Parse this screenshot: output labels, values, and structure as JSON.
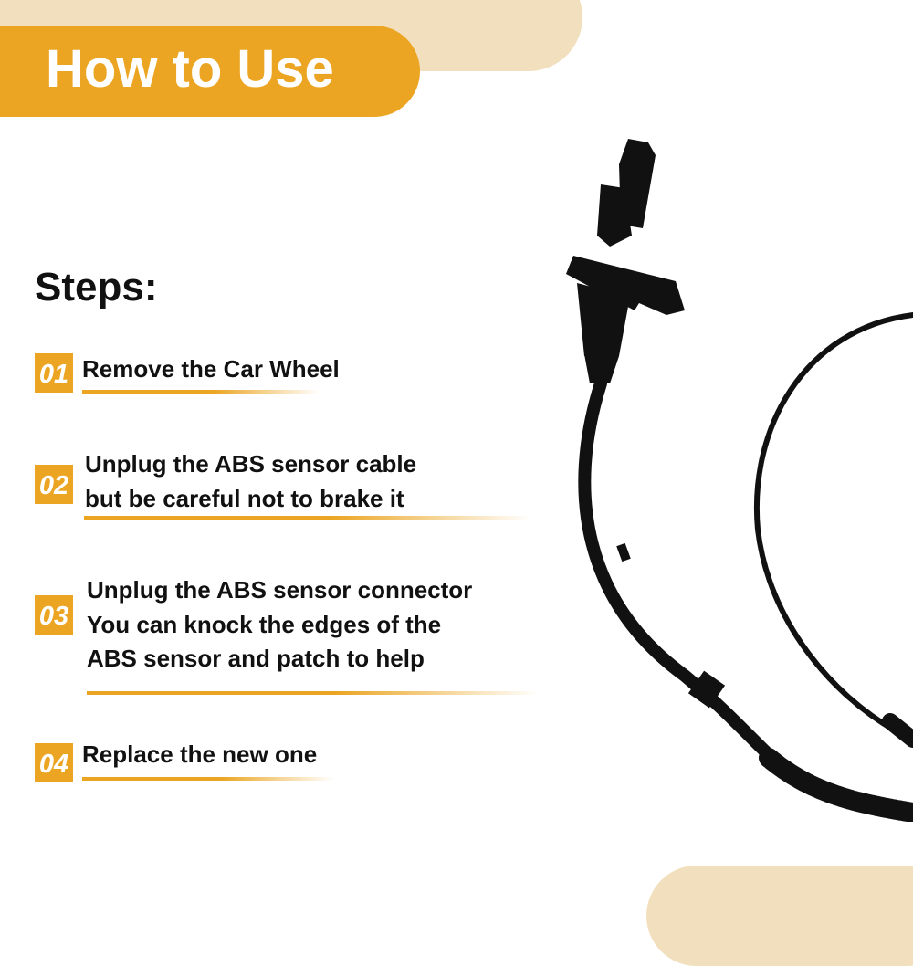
{
  "header": {
    "title": "How to Use"
  },
  "steps_heading": "Steps:",
  "steps": [
    {
      "number": "01",
      "lines": [
        "Remove the Car Wheel"
      ]
    },
    {
      "number": "02",
      "lines": [
        "Unplug the ABS sensor cable",
        "but be careful not to brake it"
      ]
    },
    {
      "number": "03",
      "lines": [
        "Unplug the ABS sensor connector",
        "You can knock the edges of the",
        "ABS sensor and patch to help"
      ]
    },
    {
      "number": "04",
      "lines": [
        "Replace the new one"
      ]
    }
  ],
  "colors": {
    "accent": "#eba522",
    "accent_light": "#f1dfbd",
    "text": "#111111"
  }
}
